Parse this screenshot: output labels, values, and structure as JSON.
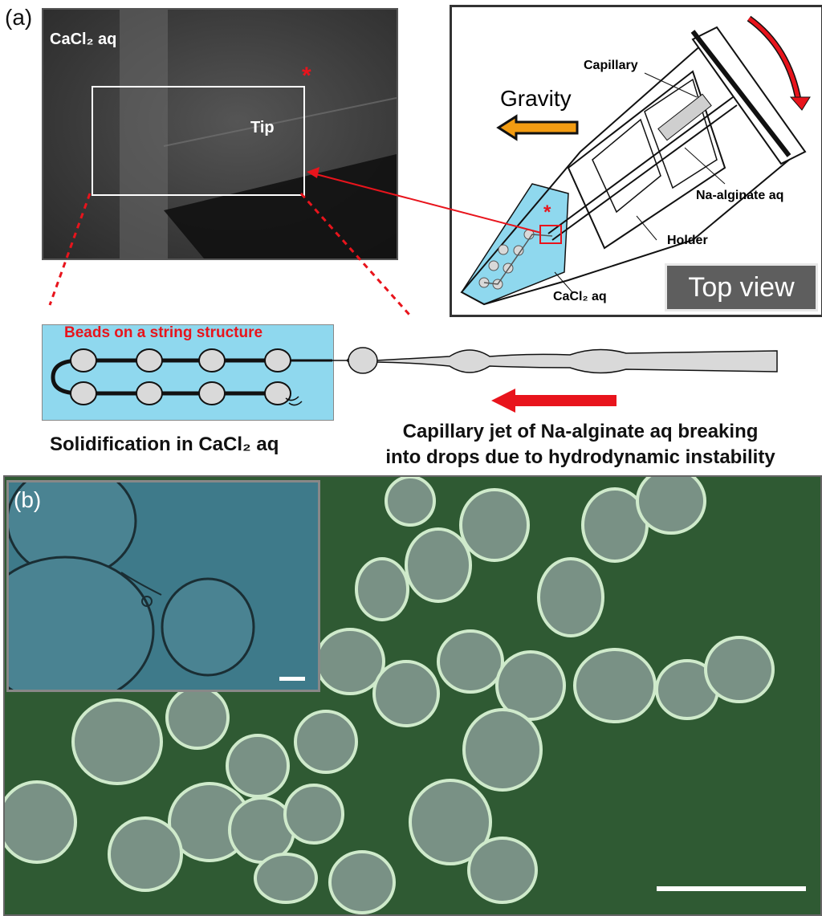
{
  "panel_a": {
    "label": "(a)",
    "micrograph": {
      "medium_label": "CaCl₂ aq",
      "tip_label": "Tip",
      "marker": "*"
    },
    "schematic": {
      "capillary_label": "Capillary",
      "gravity_label": "Gravity",
      "alginate_label": "Na-alginate aq",
      "holder_label": "Holder",
      "bath_label": "CaCl₂ aq",
      "marker": "*",
      "view_tag": "Top view"
    },
    "jet_diagram": {
      "structure_label": "Beads on a string structure",
      "left_caption": "Solidification in CaCl₂ aq",
      "right_caption_line1": "Capillary jet of Na-alginate aq breaking",
      "right_caption_line2": "into drops due to hydrodynamic instability"
    }
  },
  "panel_b": {
    "label": "(b)"
  },
  "colors": {
    "accent_red": "#e8141c",
    "gravity_orange": "#f39c12",
    "bath_blue": "#8fd8ee",
    "droplet_gray": "#d9d9d9",
    "photo_green": "#2f5a33",
    "inset_teal": "#3e7a8a"
  }
}
